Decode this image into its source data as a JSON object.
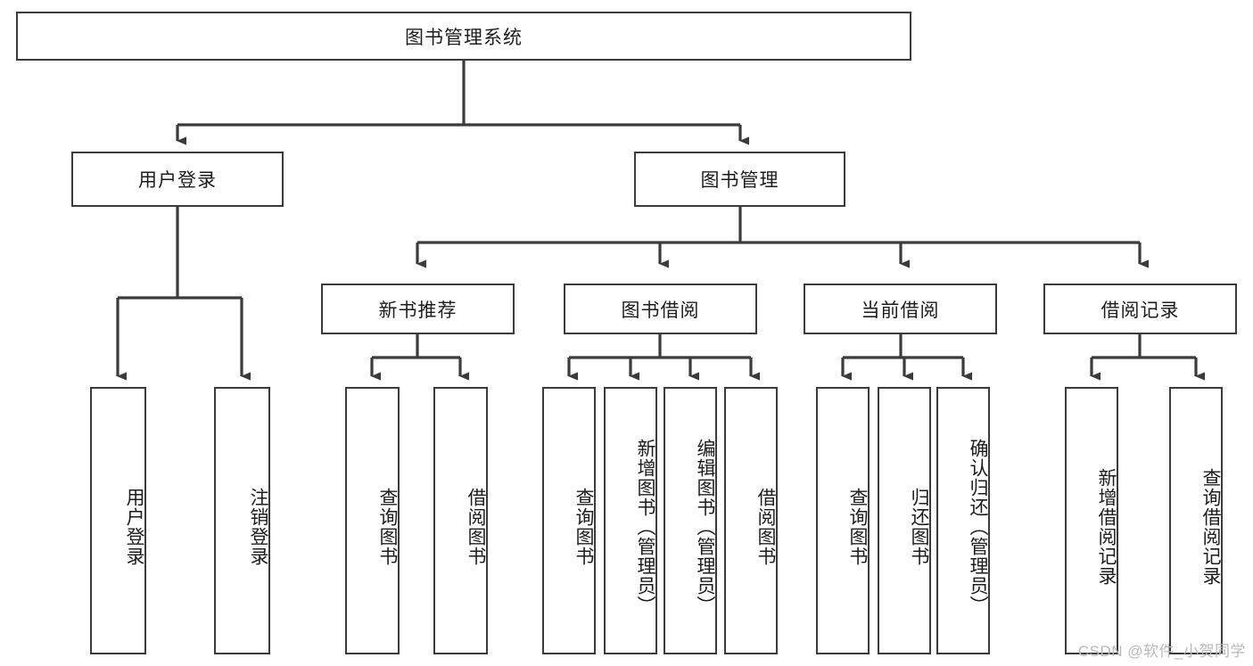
{
  "diagram": {
    "type": "tree",
    "title": "图书管理系统",
    "root": {
      "label": "图书管理系统"
    },
    "level2": [
      {
        "label": "用户登录"
      },
      {
        "label": "图书管理"
      }
    ],
    "level3": [
      {
        "label": "新书推荐"
      },
      {
        "label": "图书借阅"
      },
      {
        "label": "当前借阅"
      },
      {
        "label": "借阅记录"
      }
    ],
    "leaves": {
      "user_login": [
        {
          "label": "用户登录"
        },
        {
          "label": "注销登录"
        }
      ],
      "new_book_recommend": [
        {
          "label": "查询图书"
        },
        {
          "label": "借阅图书"
        }
      ],
      "book_borrow": [
        {
          "label": "查询图书"
        },
        {
          "label": "新增图书（管理员）"
        },
        {
          "label": "编辑图书（管理员）"
        },
        {
          "label": "借阅图书"
        }
      ],
      "current_borrow": [
        {
          "label": "查询图书"
        },
        {
          "label": "归还图书"
        },
        {
          "label": "确认归还（管理员）"
        }
      ],
      "borrow_record": [
        {
          "label": "新增借阅记录"
        },
        {
          "label": "查询借阅记录"
        }
      ]
    }
  },
  "watermark": {
    "text": "CSDN @软件_小贺同学"
  },
  "colors": {
    "background": "#ffffff",
    "box_border": "#3b3b3b",
    "box_fill": "#ffffff",
    "text": "#1c1c1c",
    "connector": "#3b3b3b",
    "watermark": "#b9b9b9"
  }
}
